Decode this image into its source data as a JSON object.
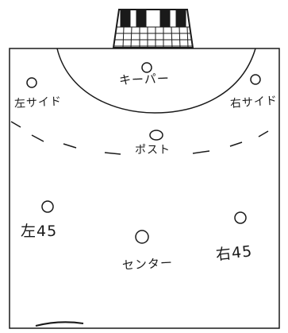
{
  "positions": {
    "goalkeeper": "キーパー",
    "left_wing": "左サイド",
    "right_wing": "右サイド",
    "pivot": "ポスト",
    "left_back": "左45",
    "center_back": "センター",
    "right_back": "右45"
  },
  "colors": {
    "ink": "#1a1a1a",
    "background": "#ffffff"
  }
}
